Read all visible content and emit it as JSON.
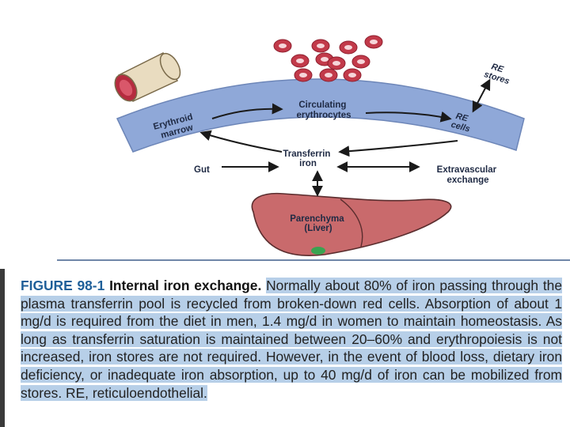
{
  "diagram": {
    "labels": {
      "re_stores_line1": "RE",
      "re_stores_line2": "stores",
      "circulating_line1": "Circulating",
      "circulating_line2": "erythrocytes",
      "erythroid_line1": "Erythroid",
      "erythroid_line2": "marrow",
      "re_cells_line1": "RE",
      "re_cells_line2": "cells",
      "transferrin_line1": "Transferrin",
      "transferrin_line2": "iron",
      "gut": "Gut",
      "extravascular_line1": "Extravascular",
      "extravascular_line2": "exchange",
      "parenchyma_line1": "Parenchyma",
      "parenchyma_line2": "(Liver)"
    }
  },
  "caption": {
    "label": "FIGURE 98-1",
    "heading": "Internal iron exchange.",
    "body": "Normally about 80% of iron passing through the plasma transferrin pool is recycled from broken-down red cells. Absorption of about 1 mg/d is required from the diet in men, 1.4 mg/d in women to maintain homeostasis. As long as transferrin saturation is maintained between 20–60% and erythropoiesis is not increased, iron stores are not required. However, in the event of blood loss, dietary iron deficiency, or inadequate iron absorption, up to 40 mg/d of iron can be mobilized from stores. RE, reticuloendothelial."
  },
  "colors": {
    "vessel_band": "#8fa8d8",
    "red_cells": "#c23a4a",
    "liver": "#c96a6c",
    "bone": "#e9dcc0",
    "caption_highlight": "#b7cfe8",
    "figure_label": "#1f5f99"
  }
}
